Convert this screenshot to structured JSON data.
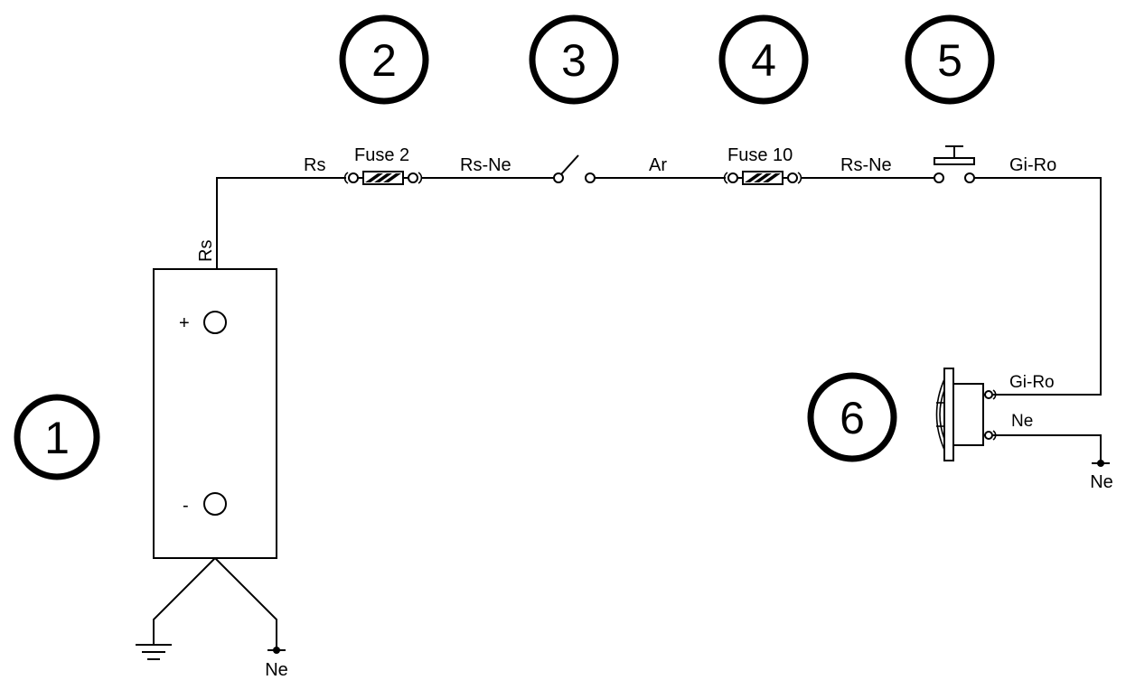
{
  "callouts": [
    "1",
    "2",
    "3",
    "4",
    "5",
    "6"
  ],
  "wires": {
    "battery_to_fuse2": "Rs",
    "battery_post": "Rs",
    "fuse2_to_switch": "Rs-Ne",
    "switch_to_fuse10": "Ar",
    "fuse10_to_button": "Rs-Ne",
    "button_to_lamp": "Gi-Ro",
    "lamp_in": "Gi-Ro",
    "lamp_out": "Ne"
  },
  "components": {
    "fuse_1": "Fuse 2",
    "fuse_2": "Fuse 10"
  },
  "battery": {
    "plus": "+",
    "minus": "-"
  },
  "grounds": {
    "battery_ground": "Ne",
    "lamp_ground": "Ne"
  },
  "icons": [
    "battery-icon",
    "fuse-icon",
    "toggle-switch-icon",
    "push-button-icon",
    "lamp-icon",
    "chassis-ground-icon",
    "ground-point-icon"
  ]
}
